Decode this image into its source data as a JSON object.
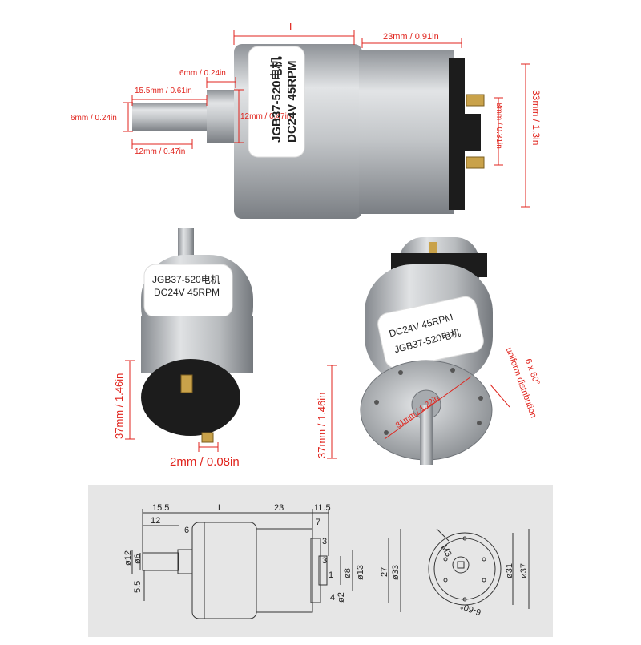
{
  "colors": {
    "dimension": "#e0231c",
    "blueprint_bg": "#e6e6e6",
    "metal": "#b8bcc0",
    "plastic": "#1c1c1c"
  },
  "top_view": {
    "motor_label_line1": "JGB37-520电机",
    "motor_label_line2": "DC24V  45RPM",
    "dim_L": "L",
    "dim_23": "23mm / 0.91in",
    "dim_6_collar": "6mm / 0.24in",
    "dim_15_5": "15.5mm / 0.61in",
    "dim_6_shaft": "6mm / 0.24in",
    "dim_12_collar": "12mm / 0.47in",
    "dim_12_shaft": "12mm / 0.47in",
    "dim_8": "8mm / 0.31in",
    "dim_33": "33mm / 1.3in"
  },
  "left_view": {
    "motor_label_line1": "JGB37-520电机",
    "motor_label_line2": "DC24V  45RPM",
    "dim_37": "37mm / 1.46in",
    "dim_2": "2mm / 0.08in"
  },
  "right_view": {
    "motor_label_line1": "JGB37-520电机",
    "motor_label_line2": "DC24V  45RPM",
    "dim_37": "37mm / 1.46in",
    "dim_31": "31mm / 1.22in",
    "dim_6x60": "6 x 60°",
    "uniform": "uniform distribution"
  },
  "blueprint": {
    "d15_5": "15.5",
    "d12": "12",
    "d6": "6",
    "dL": "L",
    "d23": "23",
    "d11_5": "11.5",
    "d7": "7",
    "d3a": "3",
    "d3b": "3",
    "d1": "1",
    "d4": "4",
    "phi12": "ø12",
    "phi6": "ø6",
    "d5_5": "5.5",
    "phi8": "ø8",
    "phi13": "ø13",
    "d27": "27",
    "phi33": "ø33",
    "phi2": "ø2",
    "phi31": "ø31",
    "phi37": "ø37",
    "m3": "M3",
    "d6x60": "6-60°"
  }
}
